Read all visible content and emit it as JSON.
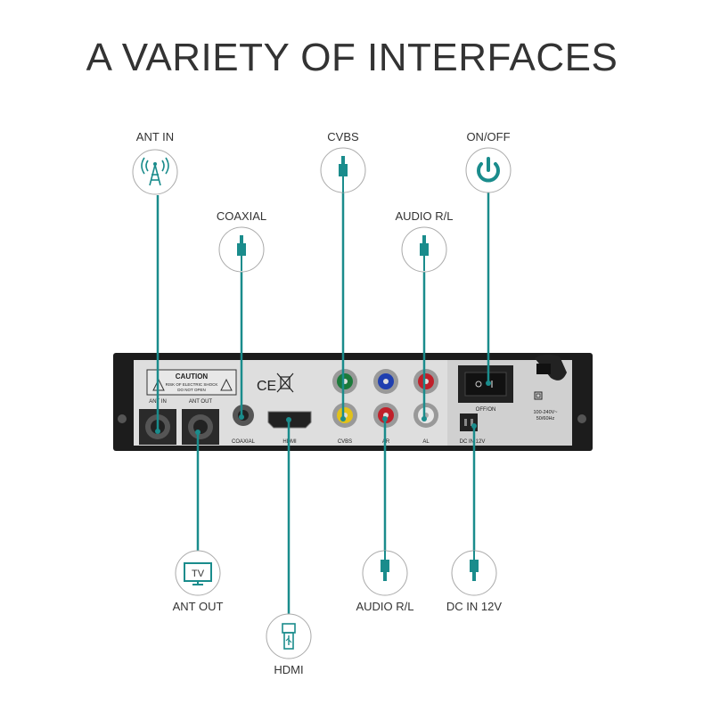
{
  "title": "A VARIETY OF INTERFACES",
  "labels": {
    "ant_in": "ANT IN",
    "cvbs": "CVBS",
    "on_off": "ON/OFF",
    "coaxial": "COAXIAL",
    "audio_rl_top": "AUDIO R/L",
    "ant_out": "ANT OUT",
    "hdmi": "HDMI",
    "audio_rl_bottom": "AUDIO R/L",
    "dc_in": "DC IN 12V"
  },
  "panel": {
    "caution": "CAUTION",
    "caution_line1": "RISK OF ELECTRIC SHOCK",
    "caution_line2": "DO NOT OPEN",
    "ce": "CE",
    "ant_in": "ANT IN",
    "ant_out": "ANT OUT",
    "coaxial": "COAXIAL",
    "hdmi": "HDMI",
    "cvbs": "CVBS",
    "ar": "AR",
    "al": "AL",
    "dc_in": "DC IN 12V",
    "off_on": "OFF/ON",
    "voltage": "100-240V~",
    "freq": "50/60Hz",
    "tv_icon_text": "TV"
  },
  "colors": {
    "accent": "#1a8c8c",
    "device": "#1c1c1c",
    "panel": "#d9d9d9"
  }
}
